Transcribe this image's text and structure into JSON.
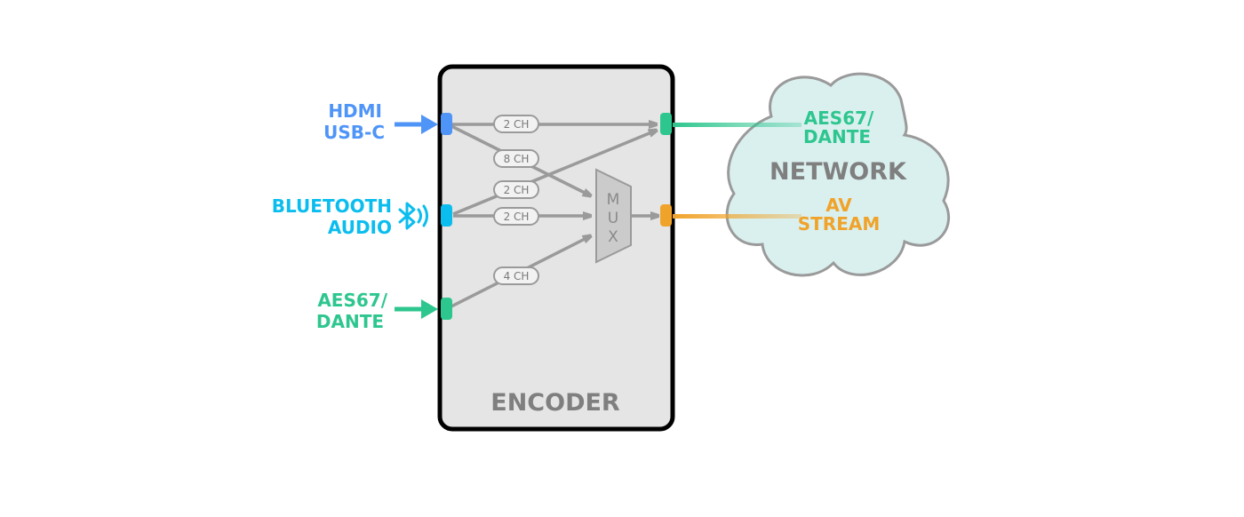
{
  "inputs": {
    "hdmi": {
      "line1": "HDMI",
      "line2": "USB-C",
      "color": "#4f94f7"
    },
    "bluetooth": {
      "line1": "BLUETOOTH",
      "line2": "AUDIO",
      "color": "#0bbdee",
      "icon": "bluetooth-audio-icon"
    },
    "aes67": {
      "line1": "AES67/",
      "line2": "DANTE",
      "color": "#2ec68f"
    }
  },
  "encoder": {
    "label": "ENCODER",
    "mux_letters": [
      "M",
      "U",
      "X"
    ]
  },
  "channels": {
    "hdmi_to_aes": "2 CH",
    "hdmi_to_mux": "8 CH",
    "bt_to_aes": "2 CH",
    "bt_to_mux": "2 CH",
    "aes_to_mux": "4 CH"
  },
  "network": {
    "label": "NETWORK",
    "aes_out": {
      "line1": "AES67/",
      "line2": "DANTE",
      "color": "#2ec68f"
    },
    "av_out": {
      "line1": "AV",
      "line2": "STREAM",
      "color": "#f0a32a"
    }
  }
}
